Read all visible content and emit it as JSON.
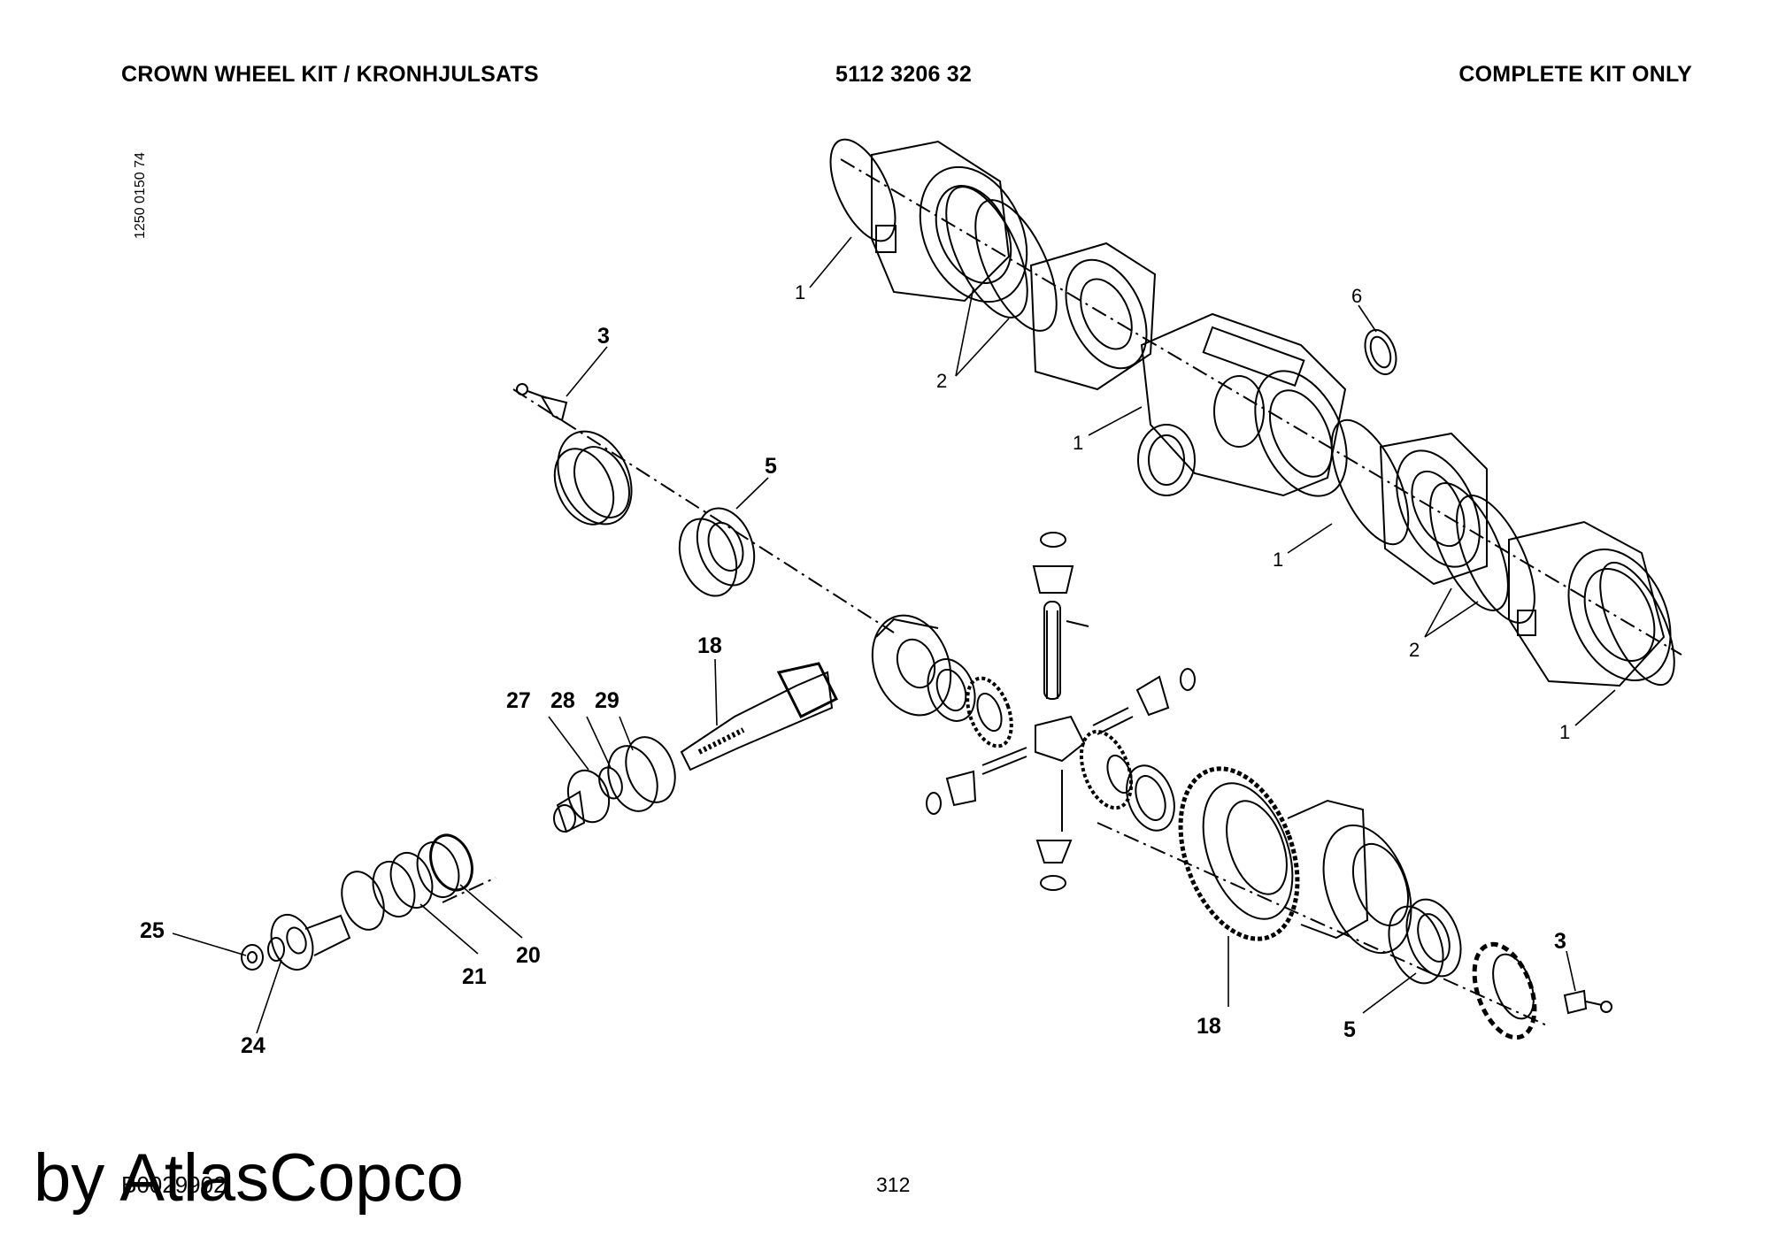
{
  "header": {
    "title": "CROWN WHEEL KIT / KRONHJULSATS",
    "part_number": "5112 3206 32",
    "note": "COMPLETE KIT ONLY"
  },
  "side_code": "1250 0150 74",
  "ref_code": "B0029902",
  "page_number": "312",
  "watermark": "by AtlasCopco",
  "callouts": {
    "c1a": "1",
    "c1b": "1",
    "c1c": "1",
    "c1d": "1",
    "c2a": "2",
    "c2b": "2",
    "c3a": "3",
    "c3b": "3",
    "c5a": "5",
    "c5b": "5",
    "c6": "6",
    "c18a": "18",
    "c18b": "18",
    "c20": "20",
    "c21": "21",
    "c24": "24",
    "c25": "25",
    "c27": "27",
    "c28": "28",
    "c29": "29"
  }
}
